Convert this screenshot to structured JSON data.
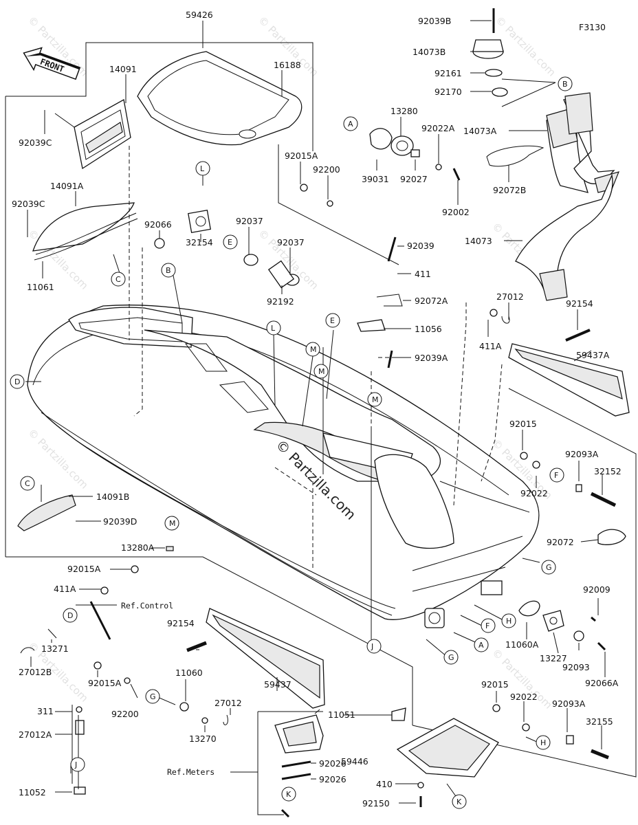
{
  "figure": {
    "code": "F3130",
    "front_label": "FRONT",
    "watermark": "© Partzilla.com",
    "center_watermark": "© Partzilla.com"
  },
  "callout_letters": [
    "A",
    "B",
    "C",
    "D",
    "E",
    "F",
    "G",
    "H",
    "J",
    "K",
    "L",
    "M"
  ],
  "part_numbers": [
    "59426",
    "16188",
    "14091",
    "92039C",
    "14091A",
    "92039C",
    "11061",
    "92066",
    "32154",
    "92037",
    "92037",
    "92192",
    "39031",
    "13280",
    "92022A",
    "92027",
    "92002",
    "92015A",
    "92200",
    "92039B",
    "14073B",
    "92161",
    "92170",
    "14073A",
    "92072B",
    "14073",
    "92039",
    "411",
    "92072A",
    "11056",
    "92039A",
    "27012",
    "411A",
    "92154",
    "59437A",
    "92015",
    "92093A",
    "32152",
    "92022",
    "92072",
    "14091B",
    "92039D",
    "13280A",
    "92015A",
    "411A",
    "27012B",
    "13271",
    "92015A",
    "92200",
    "311",
    "27012A",
    "11052",
    "92154",
    "11060",
    "27012",
    "13270",
    "59437",
    "11051",
    "92026",
    "92026",
    "59446",
    "410",
    "92150",
    "92009",
    "11060A",
    "13227",
    "92093",
    "92066A",
    "92015",
    "92022",
    "92093A",
    "32155"
  ],
  "references": [
    "Ref.Control",
    "Ref.Meters"
  ]
}
